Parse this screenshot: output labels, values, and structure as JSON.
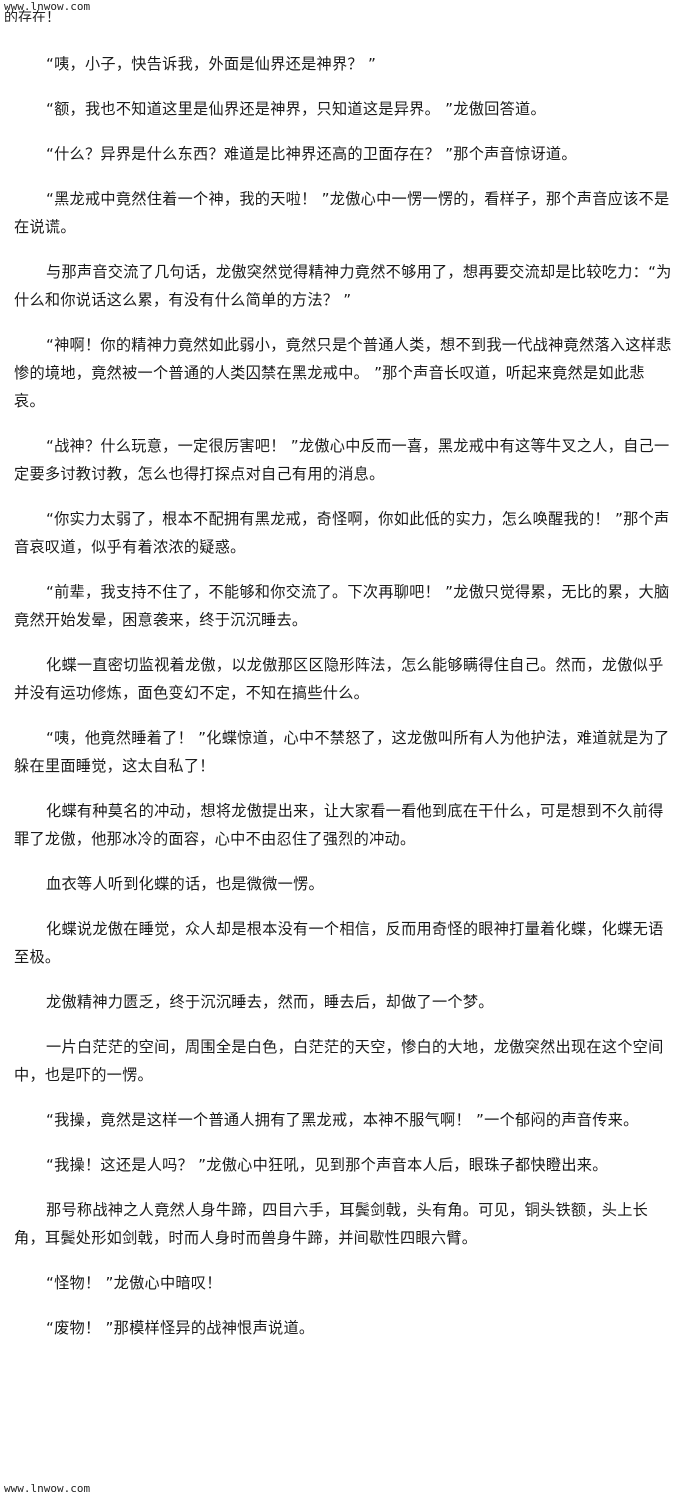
{
  "header": {
    "site_url": "www.lnwow.com",
    "partial_text": "的存在！"
  },
  "paragraphs": [
    "“咦，小子，快告诉我，外面是仙界还是神界？ ”",
    "“额，我也不知道这里是仙界还是神界，只知道这是异界。 ”龙傲回答道。",
    "“什么？异界是什么东西？难道是比神界还高的卫面存在？ ”那个声音惊讶道。",
    "“黑龙戒中竟然住着一个神，我的天啦！ ”龙傲心中一愣一愣的，看样子，那个声音应该不是在说谎。",
    "与那声音交流了几句话，龙傲突然觉得精神力竟然不够用了，想再要交流却是比较吃力：“为什么和你说话这么累，有没有什么简单的方法？ ”",
    "“神啊！你的精神力竟然如此弱小，竟然只是个普通人类，想不到我一代战神竟然落入这样悲惨的境地，竟然被一个普通的人类囚禁在黑龙戒中。 ”那个声音长叹道，听起来竟然是如此悲哀。",
    "“战神？什么玩意，一定很厉害吧！ ”龙傲心中反而一喜，黑龙戒中有这等牛叉之人，自己一定要多讨教讨教，怎么也得打探点对自己有用的消息。",
    "“你实力太弱了，根本不配拥有黑龙戒，奇怪啊，你如此低的实力，怎么唤醒我的！ ”那个声音哀叹道，似乎有着浓浓的疑惑。",
    "“前辈，我支持不住了，不能够和你交流了。下次再聊吧！ ”龙傲只觉得累，无比的累，大脑竟然开始发晕，困意袭来，终于沉沉睡去。",
    "化蝶一直密切监视着龙傲，以龙傲那区区隐形阵法，怎么能够瞒得住自己。然而，龙傲似乎并没有运功修炼，面色变幻不定，不知在搞些什么。",
    "“咦，他竟然睡着了！ ”化蝶惊道，心中不禁怒了，这龙傲叫所有人为他护法，难道就是为了躲在里面睡觉，这太自私了！",
    "化蝶有种莫名的冲动，想将龙傲提出来，让大家看一看他到底在干什么，可是想到不久前得罪了龙傲，他那冰冷的面容，心中不由忍住了强烈的冲动。",
    "血衣等人听到化蝶的话，也是微微一愣。",
    "化蝶说龙傲在睡觉，众人却是根本没有一个相信，反而用奇怪的眼神打量着化蝶，化蝶无语至极。",
    "龙傲精神力匮乏，终于沉沉睡去，然而，睡去后，却做了一个梦。",
    "一片白茫茫的空间，周围全是白色，白茫茫的天空，惨白的大地，龙傲突然出现在这个空间中，也是吓的一愣。",
    "“我操，竟然是这样一个普通人拥有了黑龙戒，本神不服气啊！ ”一个郁闷的声音传来。",
    "“我操！这还是人吗？ ”龙傲心中狂吼，见到那个声音本人后，眼珠子都快瞪出来。",
    "那号称战神之人竟然人身牛蹄，四目六手，耳鬓剑戟，头有角。可见，铜头铁额，头上长角，耳鬓处形如剑戟，时而人身时而兽身牛蹄，并间歇性四眼六臂。",
    "“怪物！ ”龙傲心中暗叹！",
    "“废物！ ”那模样怪异的战神恨声说道。"
  ],
  "footer": {
    "site_url": "www.lnwow.com"
  }
}
